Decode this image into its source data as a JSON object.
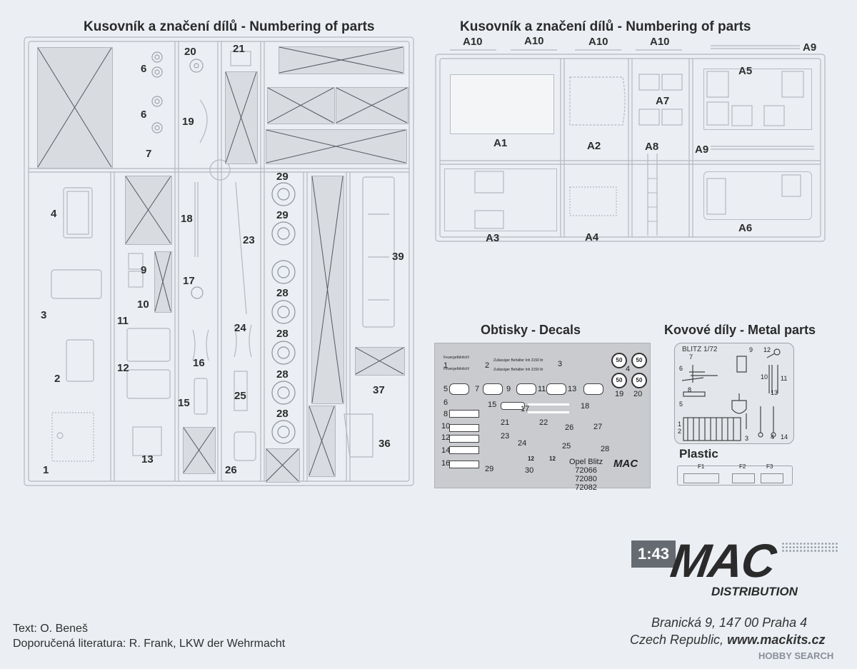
{
  "left_sprue": {
    "heading": "Kusovník a značení dílů - Numbering of parts",
    "labels": [
      "1",
      "2",
      "3",
      "4",
      "6",
      "6",
      "7",
      "9",
      "10",
      "11",
      "12",
      "13",
      "15",
      "16",
      "17",
      "18",
      "19",
      "20",
      "21",
      "23",
      "24",
      "25",
      "26",
      "28",
      "28",
      "28",
      "28",
      "29",
      "29",
      "36",
      "37",
      "39"
    ]
  },
  "right_sprue": {
    "heading": "Kusovník a značení dílů - Numbering of parts",
    "labels": [
      "A10",
      "A10",
      "A10",
      "A10",
      "A9",
      "A5",
      "A7",
      "A1",
      "A2",
      "A8",
      "A9",
      "A3",
      "A4",
      "A6"
    ]
  },
  "decals": {
    "heading": "Obtisky - Decals",
    "caption_lines": [
      "Opel Blitz",
      "72066",
      "72080",
      "72082"
    ],
    "numbers": [
      "1",
      "2",
      "3",
      "4",
      "5",
      "6",
      "7",
      "8",
      "9",
      "10",
      "11",
      "12",
      "13",
      "14",
      "15",
      "16",
      "17",
      "18",
      "19",
      "20",
      "21",
      "22",
      "23",
      "24",
      "25",
      "26",
      "27",
      "28",
      "29",
      "30"
    ],
    "texts": [
      "Feuergefährlich!",
      "Feuergefährlich!",
      "Zulässiger Behälter Inh 3150 ltr",
      "Zulässiger Behälter Inh 3150 ltr",
      "50",
      "50",
      "50",
      "50",
      "12",
      "12"
    ]
  },
  "metal": {
    "heading": "Kovové díly - Metal parts",
    "sheet_label": "BLITZ 1/72",
    "numbers": [
      "1",
      "2",
      "3",
      "4",
      "5",
      "6",
      "7",
      "8",
      "9",
      "10",
      "11",
      "12",
      "13",
      "14"
    ],
    "plastic_heading": "Plastic",
    "plastic_labels": [
      "F1",
      "F2",
      "F3"
    ]
  },
  "logo": {
    "scale": "1:43",
    "brand": "MAC",
    "sub": "DISTRIBUTION"
  },
  "footer": {
    "text_author": "Text: O. Beneš",
    "literature": "Doporučená literatura: R. Frank, LKW der Wehrmacht",
    "address_1": "Branická 9, 147 00 Praha 4",
    "address_2_country": "Czech Republic,",
    "address_2_web": "www.mackits.cz"
  },
  "watermark": "HOBBY SEARCH"
}
